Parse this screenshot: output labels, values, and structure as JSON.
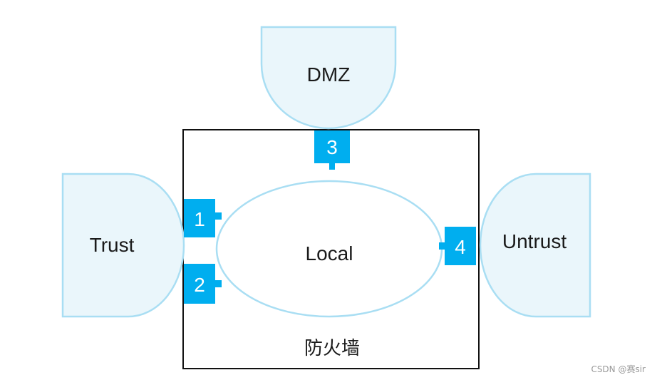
{
  "zones": {
    "dmz": "DMZ",
    "trust": "Trust",
    "untrust": "Untrust",
    "local": "Local"
  },
  "firewall": {
    "label": "防火墙"
  },
  "ports": [
    "1",
    "2",
    "3",
    "4"
  ],
  "watermark": "CSDN @赛sir",
  "colors": {
    "zone_fill": "#eaf6fb",
    "zone_border": "#a9def3",
    "port": "#00aeef",
    "firewall_border": "#111111"
  }
}
